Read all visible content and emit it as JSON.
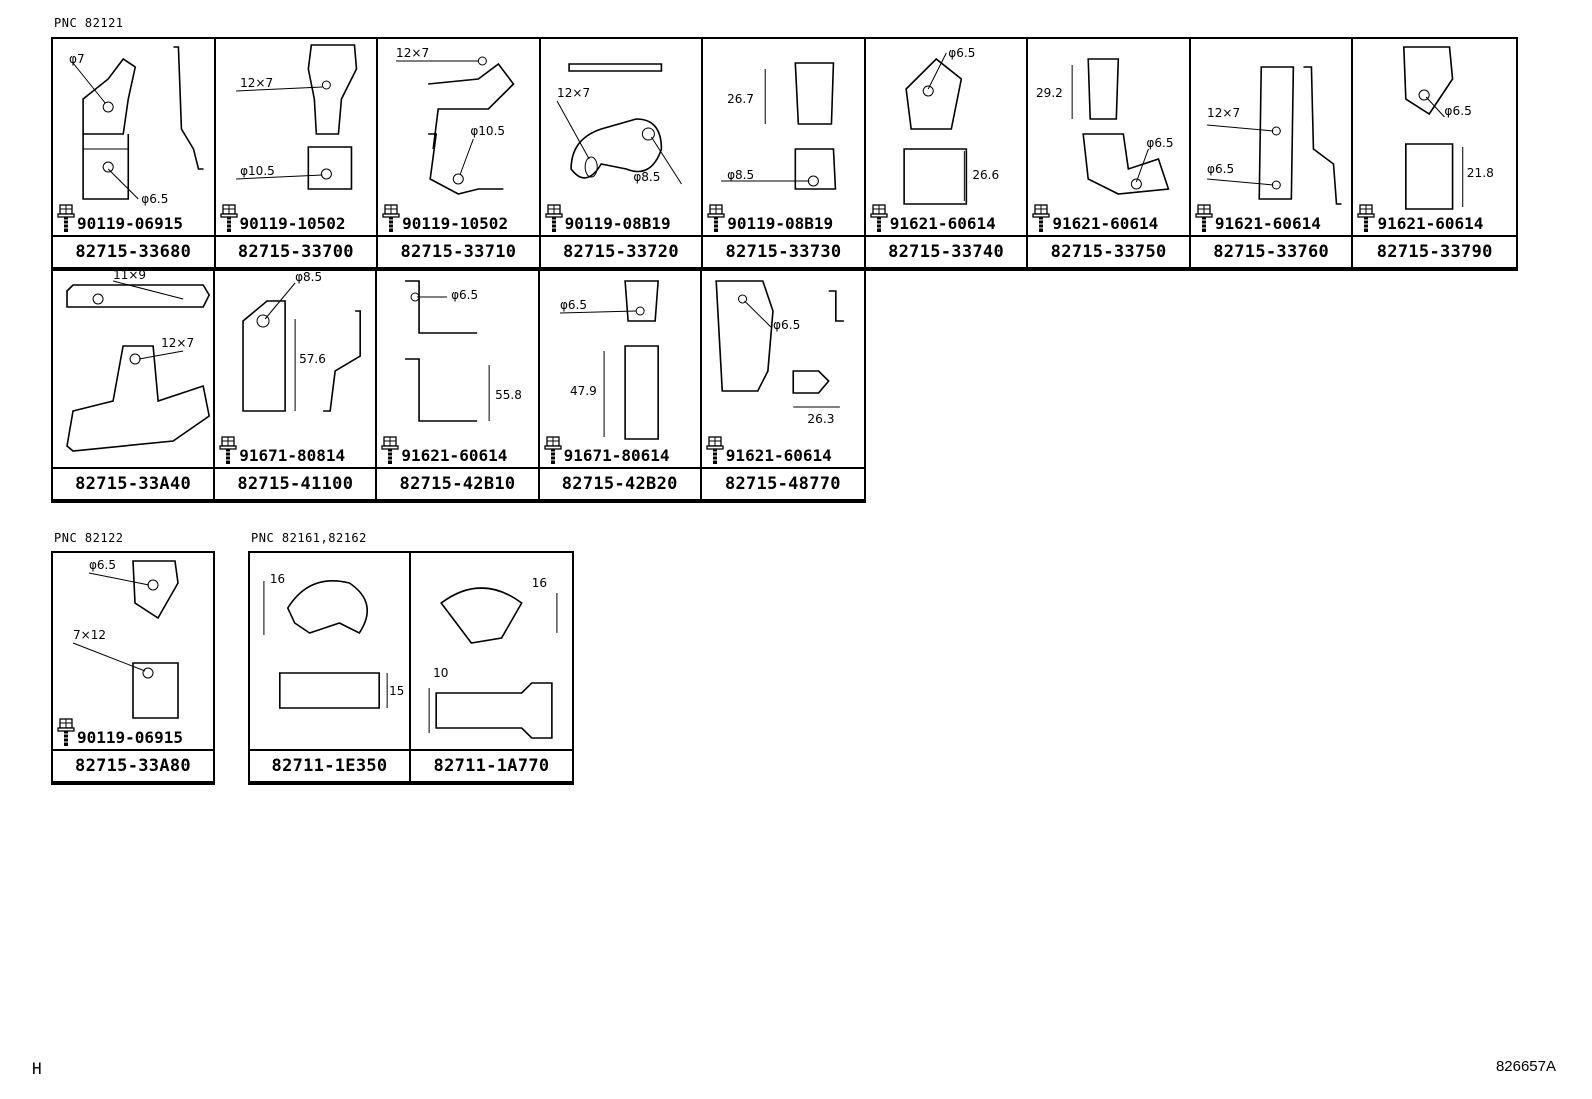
{
  "sections": [
    {
      "label": "PNC  82121",
      "rows": [
        [
          {
            "part": "82715-33680",
            "fastener": "90119-06915",
            "dims": [
              "φ7",
              "φ6.5"
            ]
          },
          {
            "part": "82715-33700",
            "fastener": "90119-10502",
            "dims": [
              "12×7",
              "φ10.5"
            ]
          },
          {
            "part": "82715-33710",
            "fastener": "90119-10502",
            "dims": [
              "12×7",
              "φ10.5"
            ]
          },
          {
            "part": "82715-33720",
            "fastener": "90119-08B19",
            "dims": [
              "12×7",
              "φ8.5"
            ]
          },
          {
            "part": "82715-33730",
            "fastener": "90119-08B19",
            "dims": [
              "26.7",
              "φ8.5"
            ]
          },
          {
            "part": "82715-33740",
            "fastener": "91621-60614",
            "dims": [
              "φ6.5",
              "26.6"
            ]
          },
          {
            "part": "82715-33750",
            "fastener": "91621-60614",
            "dims": [
              "29.2",
              "φ6.5"
            ]
          },
          {
            "part": "82715-33760",
            "fastener": "91621-60614",
            "dims": [
              "12×7",
              "φ6.5"
            ]
          },
          {
            "part": "82715-33790",
            "fastener": "91621-60614",
            "dims": [
              "φ6.5",
              "21.8"
            ]
          }
        ],
        [
          {
            "part": "82715-33A40",
            "fastener": "",
            "dims": [
              "11×9",
              "12×7"
            ]
          },
          {
            "part": "82715-41100",
            "fastener": "91671-80814",
            "dims": [
              "φ8.5",
              "57.6"
            ]
          },
          {
            "part": "82715-42B10",
            "fastener": "91621-60614",
            "dims": [
              "φ6.5",
              "55.8"
            ]
          },
          {
            "part": "82715-42B20",
            "fastener": "91671-80614",
            "dims": [
              "φ6.5",
              "47.9"
            ]
          },
          {
            "part": "82715-48770",
            "fastener": "91621-60614",
            "dims": [
              "φ6.5",
              "26.3"
            ]
          }
        ]
      ]
    },
    {
      "label": "PNC  82122",
      "rows": [
        [
          {
            "part": "82715-33A80",
            "fastener": "90119-06915",
            "dims": [
              "φ6.5",
              "7×12"
            ]
          }
        ]
      ]
    },
    {
      "label": "PNC  82161,82162",
      "rows": [
        [
          {
            "part": "82711-1E350",
            "fastener": "",
            "dims": [
              "16",
              "15"
            ]
          },
          {
            "part": "82711-1A770",
            "fastener": "",
            "dims": [
              "16",
              "10"
            ]
          }
        ]
      ]
    }
  ],
  "footer": {
    "left": "H",
    "right": "826657A"
  }
}
